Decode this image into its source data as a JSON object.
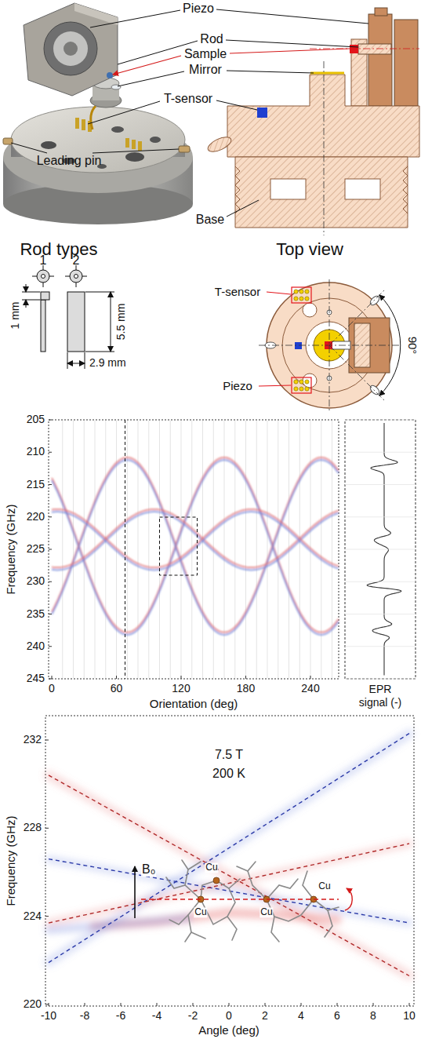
{
  "diagram": {
    "labels": [
      "Piezo",
      "Rod",
      "Sample",
      "Mirror",
      "T-sensor",
      "Leading pin",
      "Base",
      "Rod types",
      "Top view",
      "1",
      "2",
      "1 mm",
      "5.5 mm",
      "2.9 mm",
      "T-sensor",
      "Piezo",
      "90°",
      "205",
      "210",
      "215",
      "220",
      "225",
      "230",
      "235",
      "240",
      "245",
      "Frequency (GHz)",
      "0",
      "60",
      "120",
      "180",
      "240",
      "Orientation (deg)",
      "EPR",
      "signal (-)",
      "7.5 T",
      "200 K",
      "232",
      "228",
      "224",
      "220",
      "Frequency (GHz)",
      "-10",
      "-8",
      "-6",
      "-4",
      "-2",
      "0",
      "2",
      "4",
      "6",
      "8",
      "10",
      "Angle (deg)",
      "B₀",
      "Cu",
      "Cu",
      "Cu",
      "Cu"
    ]
  }
}
